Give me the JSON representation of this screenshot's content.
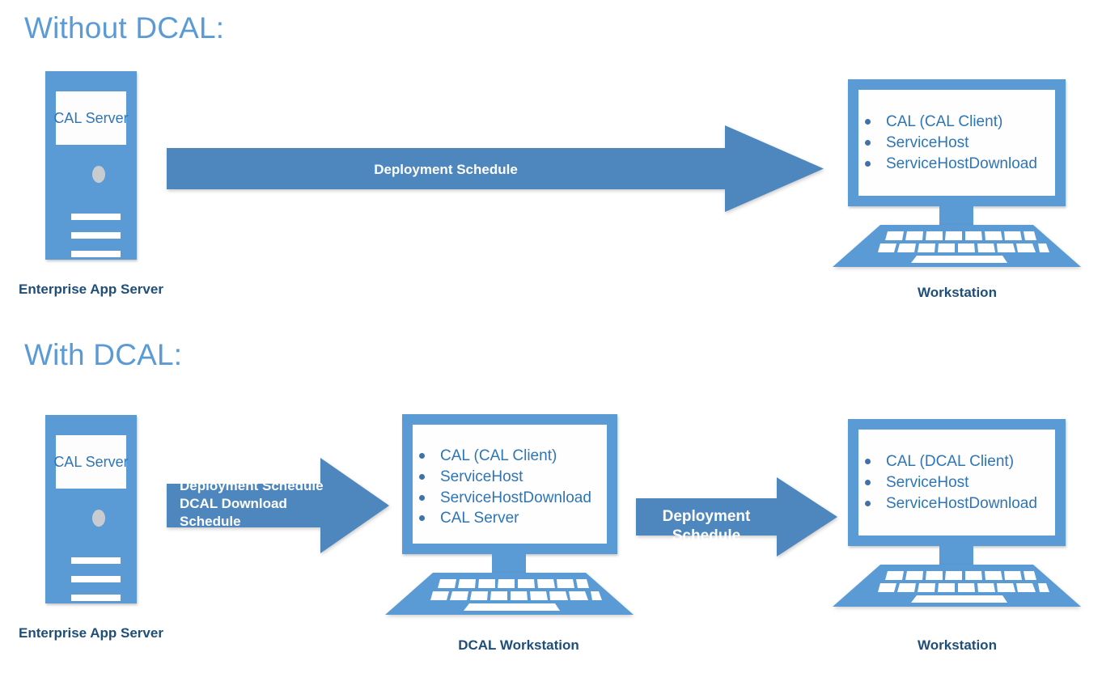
{
  "page": {
    "background": "#ffffff",
    "accent_blue": "#5B9BD5",
    "arrow_blue": "#4E87BD",
    "caption_navy": "#1F4E79",
    "screen_text_blue": "#2E75B6"
  },
  "sections": [
    {
      "heading": "Without DCAL:",
      "server": {
        "screen_label": "CAL Server",
        "caption": "Enterprise App Server"
      },
      "arrow": {
        "label": "Deployment Schedule"
      },
      "workstation": {
        "caption": "Workstation",
        "items": [
          "CAL (CAL Client)",
          "ServiceHost",
          "ServiceHostDownload"
        ]
      }
    },
    {
      "heading": "With DCAL:",
      "server": {
        "screen_label": "CAL Server",
        "caption": "Enterprise App Server"
      },
      "arrow1": {
        "label": "Deployment Schedule\nDCAL Download Schedule"
      },
      "dcal_workstation": {
        "caption": "DCAL Workstation",
        "items": [
          "CAL (CAL Client)",
          "ServiceHost",
          "ServiceHostDownload",
          "CAL Server"
        ]
      },
      "arrow2": {
        "label": "Deployment Schedule"
      },
      "workstation": {
        "caption": "Workstation",
        "items": [
          "CAL (DCAL Client)",
          "ServiceHost",
          "ServiceHostDownload"
        ]
      }
    }
  ]
}
